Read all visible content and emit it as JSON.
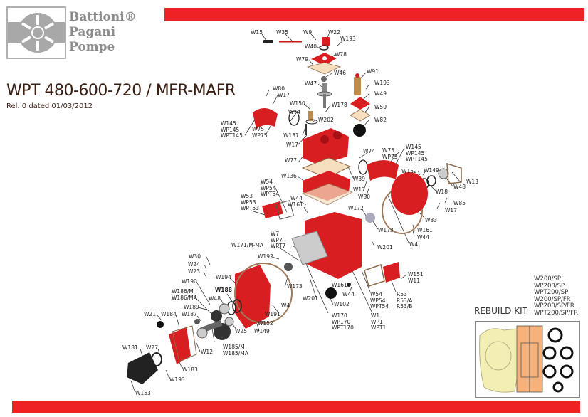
{
  "header": {
    "brand_lines": [
      "Battioni®",
      "Pagani",
      "Pompe"
    ],
    "accent_color": "#ee2124"
  },
  "document": {
    "title": "WPT 480-600-720 / MFR-MAFR",
    "revision": "Rel. 0 dated 01/03/2012"
  },
  "parts": [
    {
      "id": "w15",
      "text": "W15"
    },
    {
      "id": "w35",
      "text": "W35"
    },
    {
      "id": "w9",
      "text": "W9"
    },
    {
      "id": "w22",
      "text": "W22"
    },
    {
      "id": "w193a",
      "text": "W193"
    },
    {
      "id": "w40",
      "text": "W40"
    },
    {
      "id": "w78",
      "text": "W78"
    },
    {
      "id": "w79",
      "text": "W79"
    },
    {
      "id": "w46",
      "text": "W46"
    },
    {
      "id": "w91",
      "text": "W91"
    },
    {
      "id": "w47",
      "text": "W47"
    },
    {
      "id": "w193b",
      "text": "W193"
    },
    {
      "id": "w49",
      "text": "W49"
    },
    {
      "id": "w80a",
      "text": "W80"
    },
    {
      "id": "w17a",
      "text": "W17"
    },
    {
      "id": "w150",
      "text": "W150"
    },
    {
      "id": "w178",
      "text": "W178"
    },
    {
      "id": "w50",
      "text": "W50"
    },
    {
      "id": "w74a",
      "text": "W74"
    },
    {
      "id": "w202",
      "text": "W202"
    },
    {
      "id": "w82",
      "text": "W82"
    },
    {
      "id": "w145a",
      "text": "W145\nWP145\nWPT145"
    },
    {
      "id": "w75a",
      "text": "W75\nWP75"
    },
    {
      "id": "w137",
      "text": "W137"
    },
    {
      "id": "w17b",
      "text": "W17"
    },
    {
      "id": "w77",
      "text": "W77"
    },
    {
      "id": "w74b",
      "text": "W74"
    },
    {
      "id": "w75b",
      "text": "W75\nWP75"
    },
    {
      "id": "w145b",
      "text": "W145\nWP145\nWPT145"
    },
    {
      "id": "w136",
      "text": "W136"
    },
    {
      "id": "w39",
      "text": "W39"
    },
    {
      "id": "w152a",
      "text": "W152"
    },
    {
      "id": "w149a",
      "text": "W149"
    },
    {
      "id": "w13",
      "text": "W13"
    },
    {
      "id": "w48a",
      "text": "W48"
    },
    {
      "id": "w54a",
      "text": "W54\nWP54\nWPT54"
    },
    {
      "id": "w17c",
      "text": "W17"
    },
    {
      "id": "w18",
      "text": "W18"
    },
    {
      "id": "w80b",
      "text": "W80"
    },
    {
      "id": "w85",
      "text": "W85"
    },
    {
      "id": "w44a",
      "text": "W44"
    },
    {
      "id": "w161a",
      "text": "W161"
    },
    {
      "id": "w17d",
      "text": "W17"
    },
    {
      "id": "w53",
      "text": "W53\nWP53\nWPT53"
    },
    {
      "id": "w172",
      "text": "W172"
    },
    {
      "id": "w83",
      "text": "W83"
    },
    {
      "id": "w173a",
      "text": "W173"
    },
    {
      "id": "w161b",
      "text": "W161"
    },
    {
      "id": "w44b",
      "text": "W44"
    },
    {
      "id": "w4a",
      "text": "W4"
    },
    {
      "id": "w7",
      "text": "W7\nWP7\nWPT7"
    },
    {
      "id": "w171",
      "text": "W171/M-MA"
    },
    {
      "id": "w201a",
      "text": "W201"
    },
    {
      "id": "w30",
      "text": "W30"
    },
    {
      "id": "w192",
      "text": "W192"
    },
    {
      "id": "w24",
      "text": "W24"
    },
    {
      "id": "w23",
      "text": "W23"
    },
    {
      "id": "w194",
      "text": "W194"
    },
    {
      "id": "w190",
      "text": "W190"
    },
    {
      "id": "w173b",
      "text": "W173"
    },
    {
      "id": "w188",
      "text": "W188"
    },
    {
      "id": "w186",
      "text": "W186/M\nW186/MA"
    },
    {
      "id": "w48b",
      "text": "W48"
    },
    {
      "id": "w4b",
      "text": "W4"
    },
    {
      "id": "w189",
      "text": "W189"
    },
    {
      "id": "w191",
      "text": "W191"
    },
    {
      "id": "w21",
      "text": "W21"
    },
    {
      "id": "w184",
      "text": "W184"
    },
    {
      "id": "w187",
      "text": "W187"
    },
    {
      "id": "w152b",
      "text": "W152"
    },
    {
      "id": "w25",
      "text": "W25"
    },
    {
      "id": "w149b",
      "text": "W149"
    },
    {
      "id": "w185",
      "text": "W185/M\nW185/MA"
    },
    {
      "id": "w12",
      "text": "W12"
    },
    {
      "id": "w181",
      "text": "W181"
    },
    {
      "id": "w27",
      "text": "W27"
    },
    {
      "id": "w183",
      "text": "W183"
    },
    {
      "id": "w193c",
      "text": "W193"
    },
    {
      "id": "w153",
      "text": "W153"
    },
    {
      "id": "w161c",
      "text": "W161"
    },
    {
      "id": "w44c",
      "text": "W44"
    },
    {
      "id": "w102",
      "text": "W102"
    },
    {
      "id": "w201b",
      "text": "W201"
    },
    {
      "id": "w170",
      "text": "W170\nWP170\nWPT170"
    },
    {
      "id": "w54b",
      "text": "W54\nWP54\nWPT54"
    },
    {
      "id": "w1",
      "text": "W1\nWP1\nWPT1"
    },
    {
      "id": "r53",
      "text": "R53\nR53/A\nR53/B"
    },
    {
      "id": "w151",
      "text": "W151\nW11"
    }
  ],
  "rebuild_kit": {
    "title": "REBUILD KIT",
    "codes": [
      "W200/SP",
      "WP200/SP",
      "WPT200/SP",
      "W200/SP/FR",
      "WP200/SP/FR",
      "WPT200/SP/FR"
    ]
  }
}
